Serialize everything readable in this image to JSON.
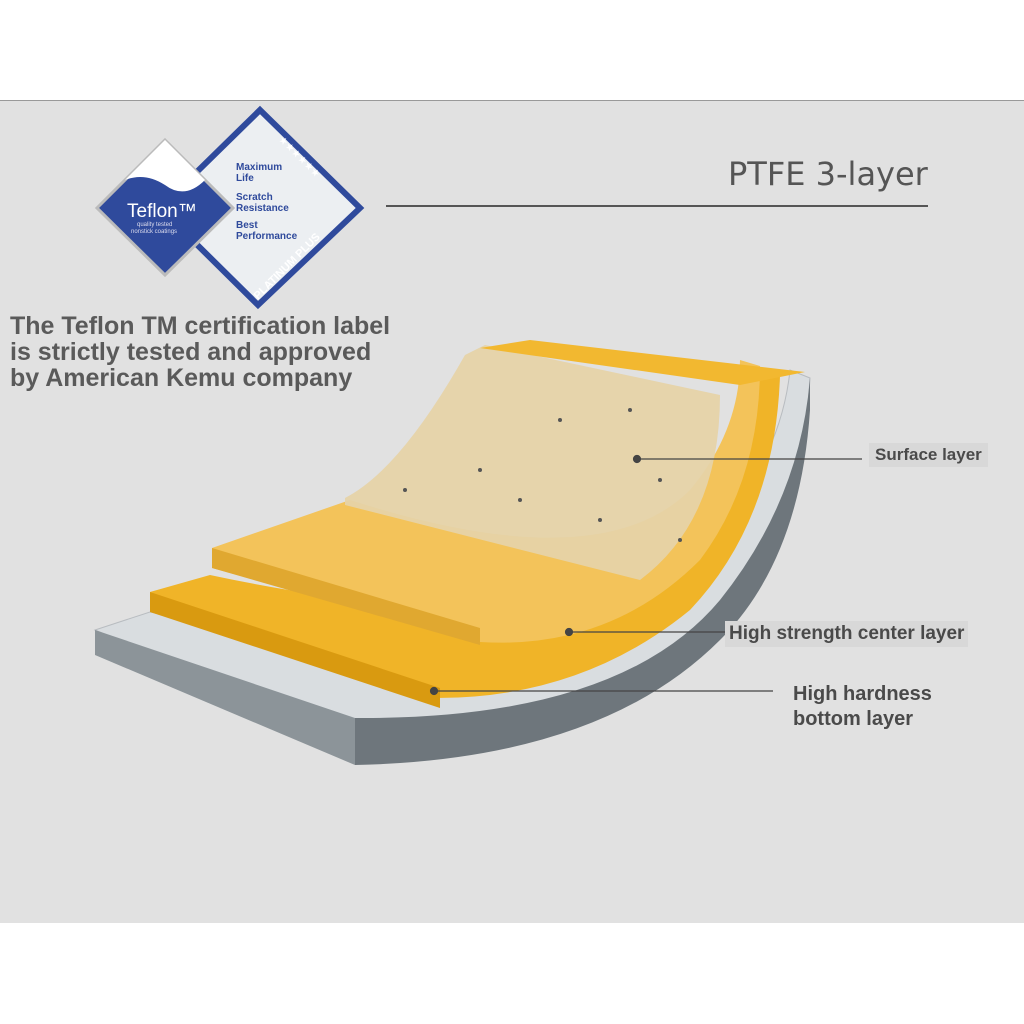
{
  "title": "PTFE 3-layer",
  "certification_text": [
    "The Teflon TM certification label",
    "is strictly tested and approved",
    "by American Kemu company"
  ],
  "logo": {
    "brand": "Teflon™",
    "tagline": [
      "quality tested",
      "nonstick coatings"
    ],
    "features": [
      "Maximum",
      "Life",
      "Scratch",
      "Resistance",
      "Best",
      "Performance"
    ],
    "badge": "PLATINUM PLUS"
  },
  "layers": {
    "surface": "Surface layer",
    "center": "High strength center layer",
    "bottom": [
      "High hardness",
      "bottom layer"
    ]
  },
  "colors": {
    "logo_blue": "#2f4a9c",
    "panel": "#e1e1e1",
    "gold": "#e8a820"
  }
}
